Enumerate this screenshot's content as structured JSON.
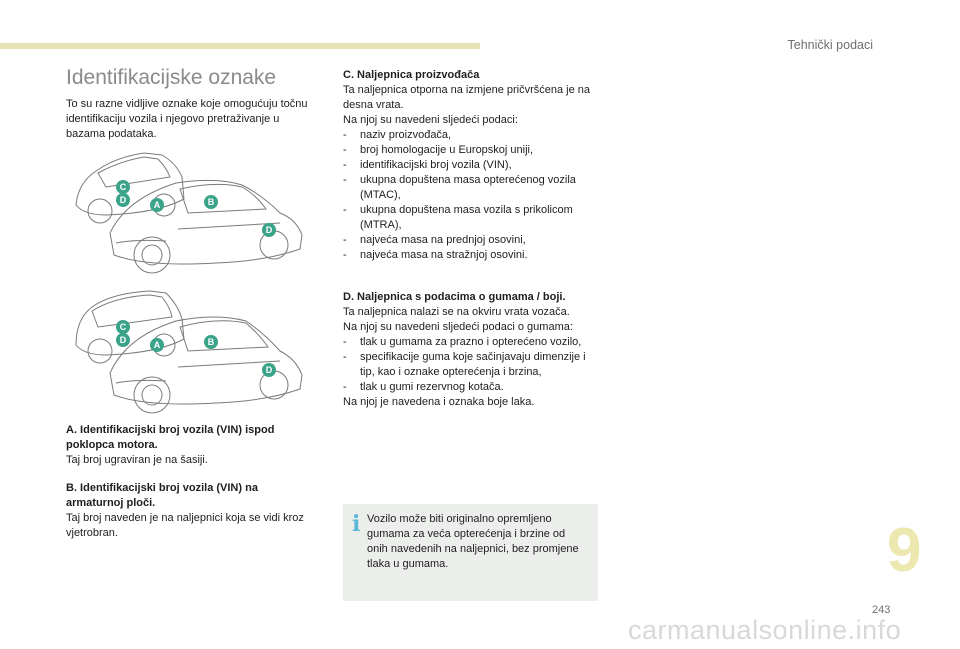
{
  "header": {
    "chapter_title": "Tehnički podaci"
  },
  "section": {
    "title": "Identifikacijske oznake",
    "intro": "To su razne vidljive oznake koje omogućuju točnu identifikaciju vozila i njegovo pretraživanje u bazama podataka."
  },
  "figures": {
    "badge_labels": {
      "a": "A",
      "b": "B",
      "c": "C",
      "d": "D"
    },
    "badge_color": "#3aa38a"
  },
  "item_a": {
    "heading": "A. Identifikacijski broj vozila (VIN) ispod poklopca motora.",
    "text": "Taj broj ugraviran je na šasiji."
  },
  "item_b": {
    "heading": "B. Identifikacijski broj vozila (VIN) na armaturnoj ploči.",
    "text": "Taj broj naveden je na naljepnici koja se vidi kroz vjetrobran."
  },
  "item_c": {
    "heading": "C. Naljepnica proizvođača",
    "text": "Ta naljepnica otporna na izmjene pričvršćena je na desna vrata.",
    "lead": "Na njoj su navedeni sljedeći podaci:",
    "list": [
      "naziv proizvođača,",
      "broj homologacije u Europskoj uniji,",
      "identifikacijski broj vozila (VIN),",
      "ukupna dopuštena masa opterećenog vozila (MTAC),",
      "ukupna dopuštena masa vozila s prikolicom (MTRA),",
      "najveća masa na prednjoj osovini,",
      "najveća masa na stražnjoj osovini."
    ]
  },
  "item_d": {
    "heading": "D. Naljepnica s podacima o gumama / boji.",
    "text": "Ta naljepnica nalazi se na okviru vrata vozača.",
    "lead": "Na njoj su navedeni sljedeći podaci o gumama:",
    "list": [
      "tlak u gumama za prazno i opterećeno vozilo,",
      "specifikacije guma koje sačinjavaju dimenzije i tip, kao i oznake opterećenja i brzina,",
      "tlak u gumi rezervnog kotača."
    ],
    "footer": "Na njoj je navedena i oznaka boje laka."
  },
  "info": {
    "icon": "info-icon",
    "text": "Vozilo može biti originalno opremljeno gumama za veća opterećenja i brzine od onih navedenih na naljepnici, bez promjene tlaka u gumama."
  },
  "chapter_number": "9",
  "page_number": "243",
  "watermark": "carmanualsonline.info"
}
